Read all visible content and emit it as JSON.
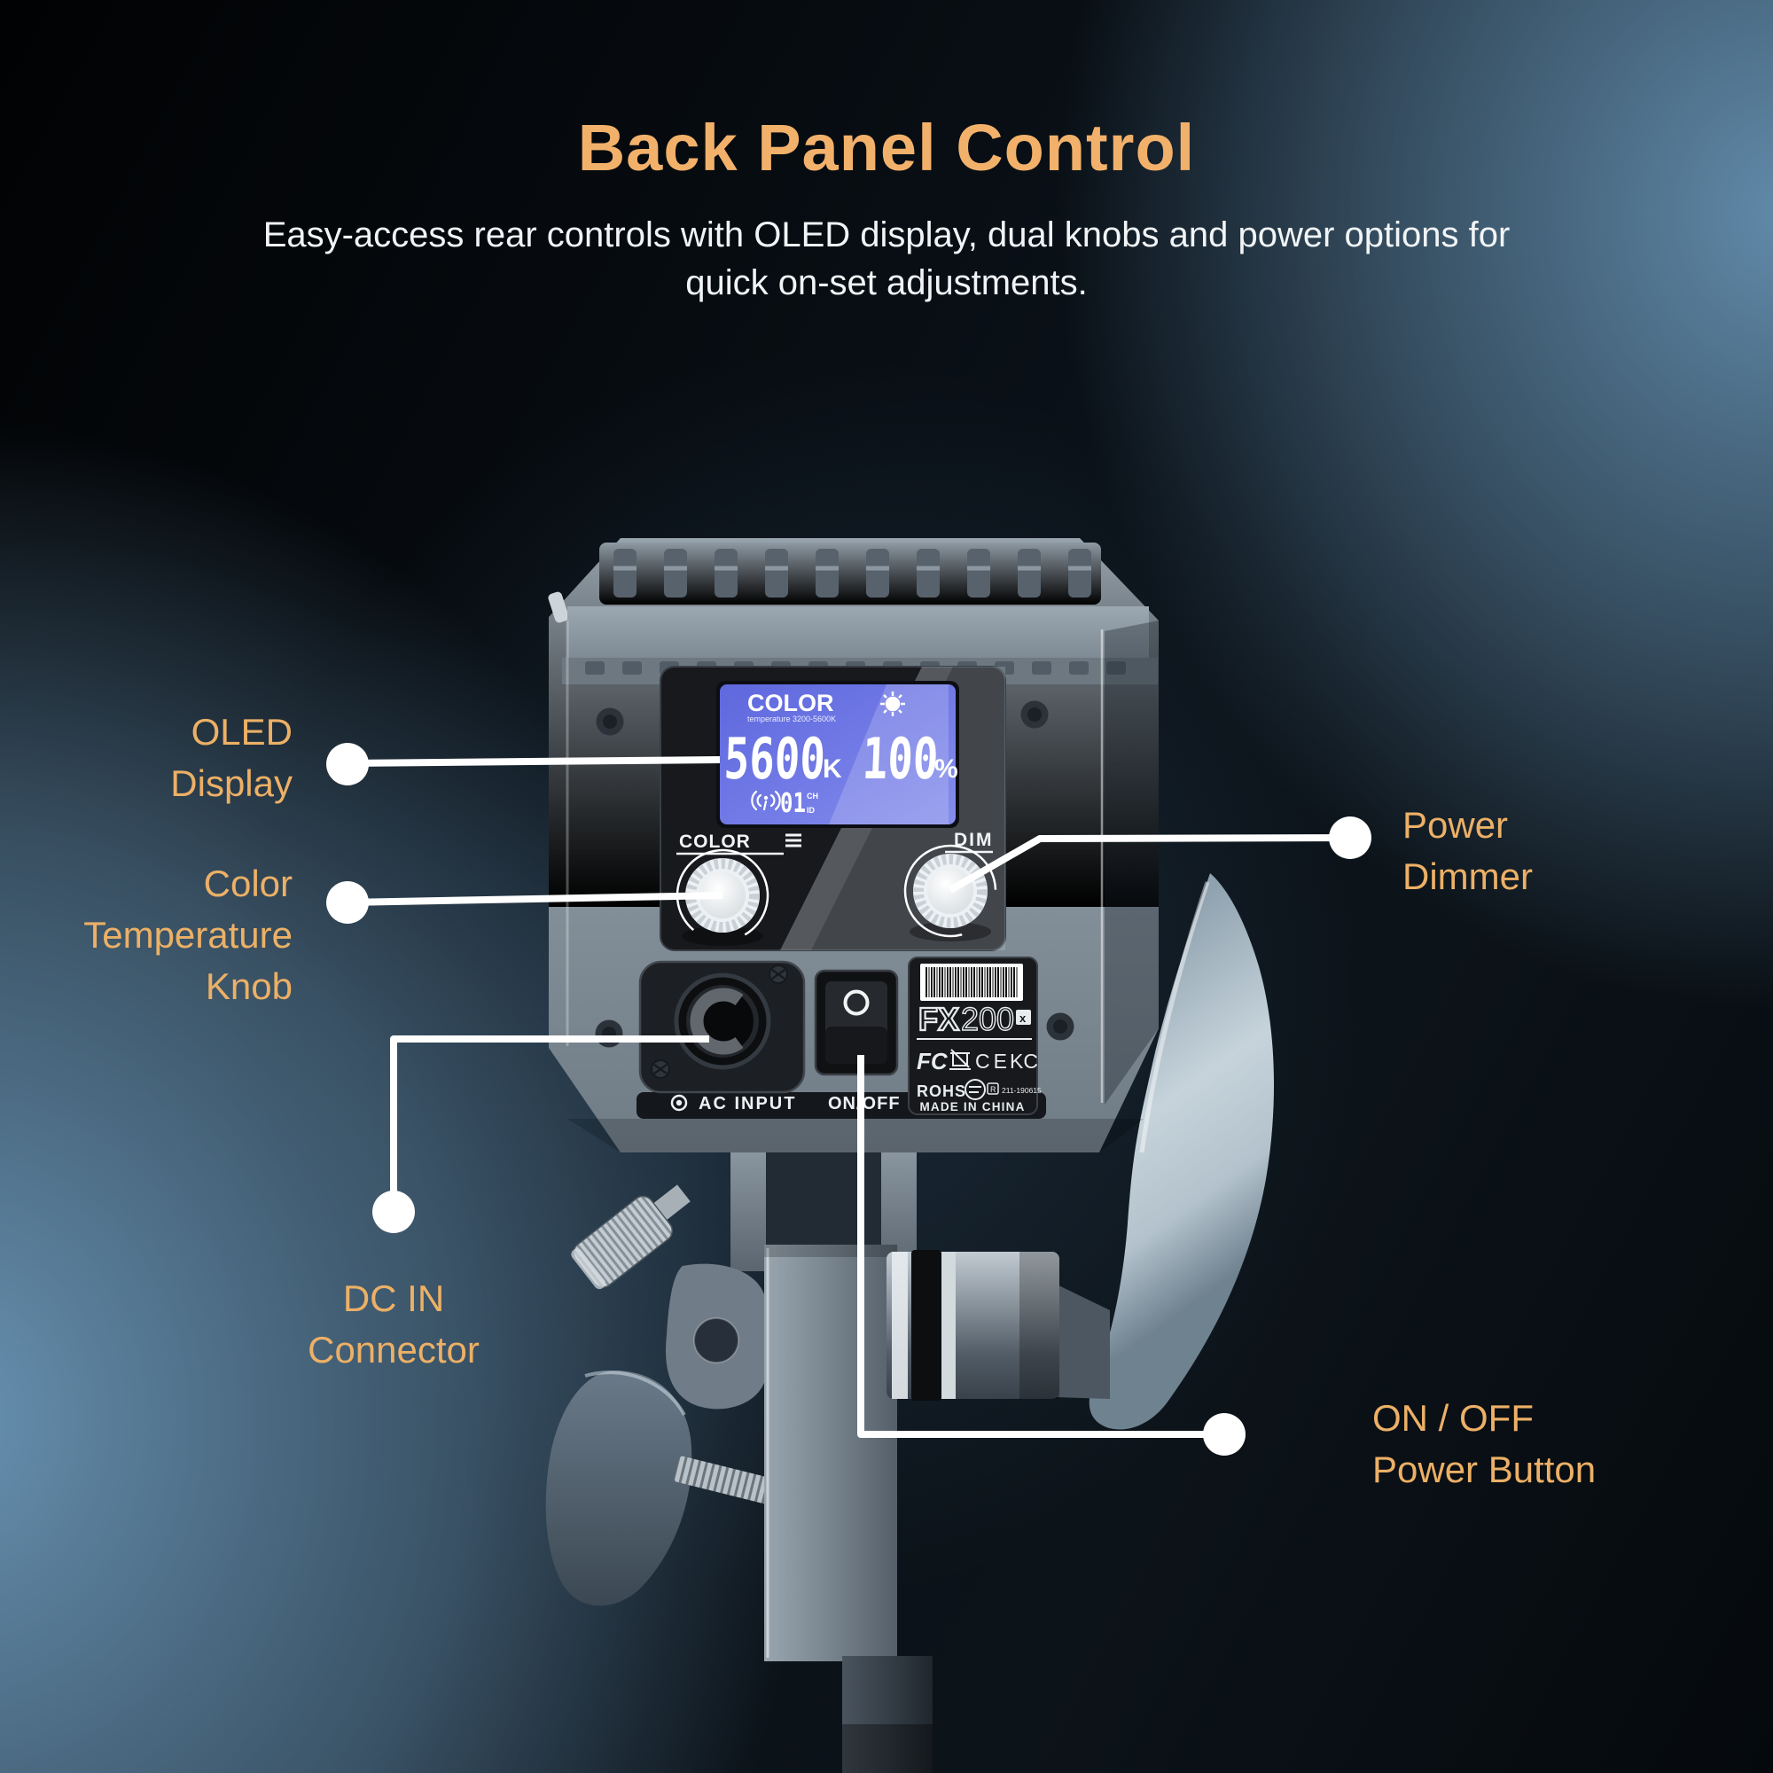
{
  "header": {
    "title": "Back Panel Control",
    "subtitle_line1": "Easy-access rear controls with OLED display, dual knobs and power options for",
    "subtitle_line2": "quick on-set adjustments."
  },
  "callouts": {
    "oled_display": {
      "line1": "OLED",
      "line2": "Display"
    },
    "color_temperature_knob": {
      "line1": "Color",
      "line2": "Temperature",
      "line3": "Knob"
    },
    "dc_in_connector": {
      "line1": "DC IN",
      "line2": "Connector"
    },
    "power_dimmer": {
      "line1": "Power",
      "line2": "Dimmer"
    },
    "on_off_power_button": {
      "line1": "ON / OFF",
      "line2": "Power Button"
    }
  },
  "device": {
    "oled_screen": {
      "mode_label": "COLOR",
      "mode_range": "temperature 3200-5600K",
      "kelvin_value": "5600",
      "kelvin_unit": "K",
      "brightness_value": "100",
      "brightness_unit": "%",
      "channel_value": "01",
      "channel_label": "CH",
      "id_label": "ID"
    },
    "knobs": {
      "color_label": "COLOR",
      "dim_label": "DIM"
    },
    "bottom_labels": {
      "ac_input": "AC INPUT",
      "on_off": "ON/OFF"
    },
    "nameplate": {
      "model_prefix": "FX",
      "model_number": "200",
      "model_suffix": "x",
      "cert_fcc": "FC",
      "cert_ce": "CE",
      "cert_kc": "KC",
      "rohs_label": "ROHS",
      "cert_r": "R",
      "cert_code": "211-190615",
      "made_in": "MADE IN CHINA"
    }
  },
  "colors": {
    "accent_orange": "#ECB066",
    "callout_white": "#FFFFFF",
    "lcd_blue": "#6F77E3"
  }
}
